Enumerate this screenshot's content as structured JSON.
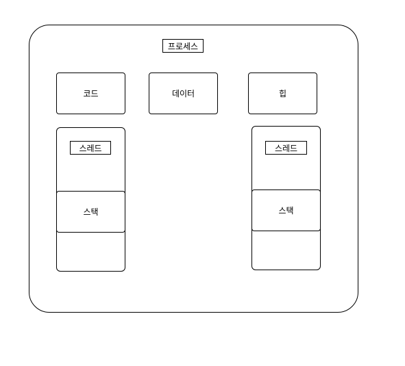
{
  "diagram": {
    "process_label": "프로세스",
    "segments": {
      "code": "코드",
      "data": "데이터",
      "heap": "힙"
    },
    "threads": [
      {
        "label": "스레드",
        "stack": "스택"
      },
      {
        "label": "스레드",
        "stack": "스택"
      }
    ]
  }
}
